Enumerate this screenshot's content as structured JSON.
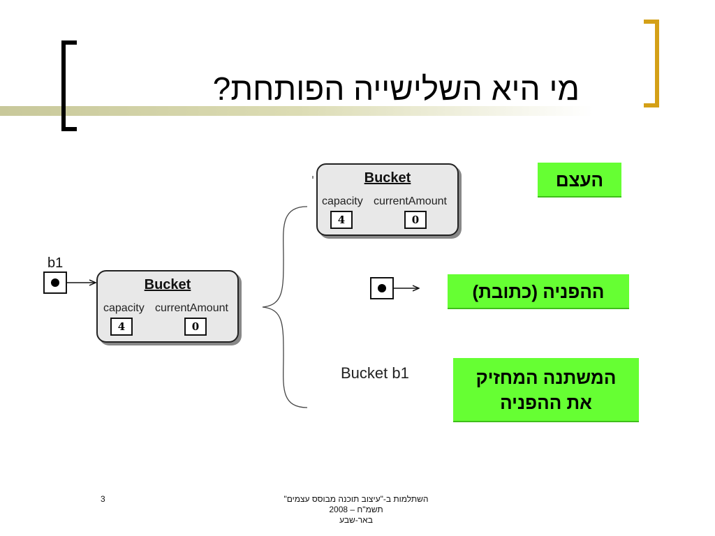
{
  "slide": {
    "title": "מי היא השלישייה הפותחת?"
  },
  "bucket_main": {
    "class_name": "Bucket",
    "capacity_label": "capacity",
    "current_amount_label": "currentAmount",
    "capacity_value": "4",
    "current_amount_value": "0"
  },
  "bucket_object": {
    "class_name": "Bucket",
    "capacity_label": "capacity",
    "current_amount_label": "currentAmount",
    "capacity_value": "4",
    "current_amount_value": "0"
  },
  "variable": {
    "name": "b1"
  },
  "declaration": {
    "text": "Bucket b1"
  },
  "labels": {
    "object": "העצם",
    "reference": "ההפניה (כתובת)",
    "variable_line1": "המשתנה המחזיק",
    "variable_line2": "את ההפניה"
  },
  "footer": {
    "line1": "השתלמות ב-\"עיצוב תוכנה מבוסס עצמים\"",
    "line2": "תשמ\"ח – 2008",
    "line3": "באר-שבע",
    "page_number": "3"
  },
  "colors": {
    "label_green": "#66ff33",
    "bracket_gold": "#d4a017",
    "bucket_fill": "#e8e8e8"
  }
}
